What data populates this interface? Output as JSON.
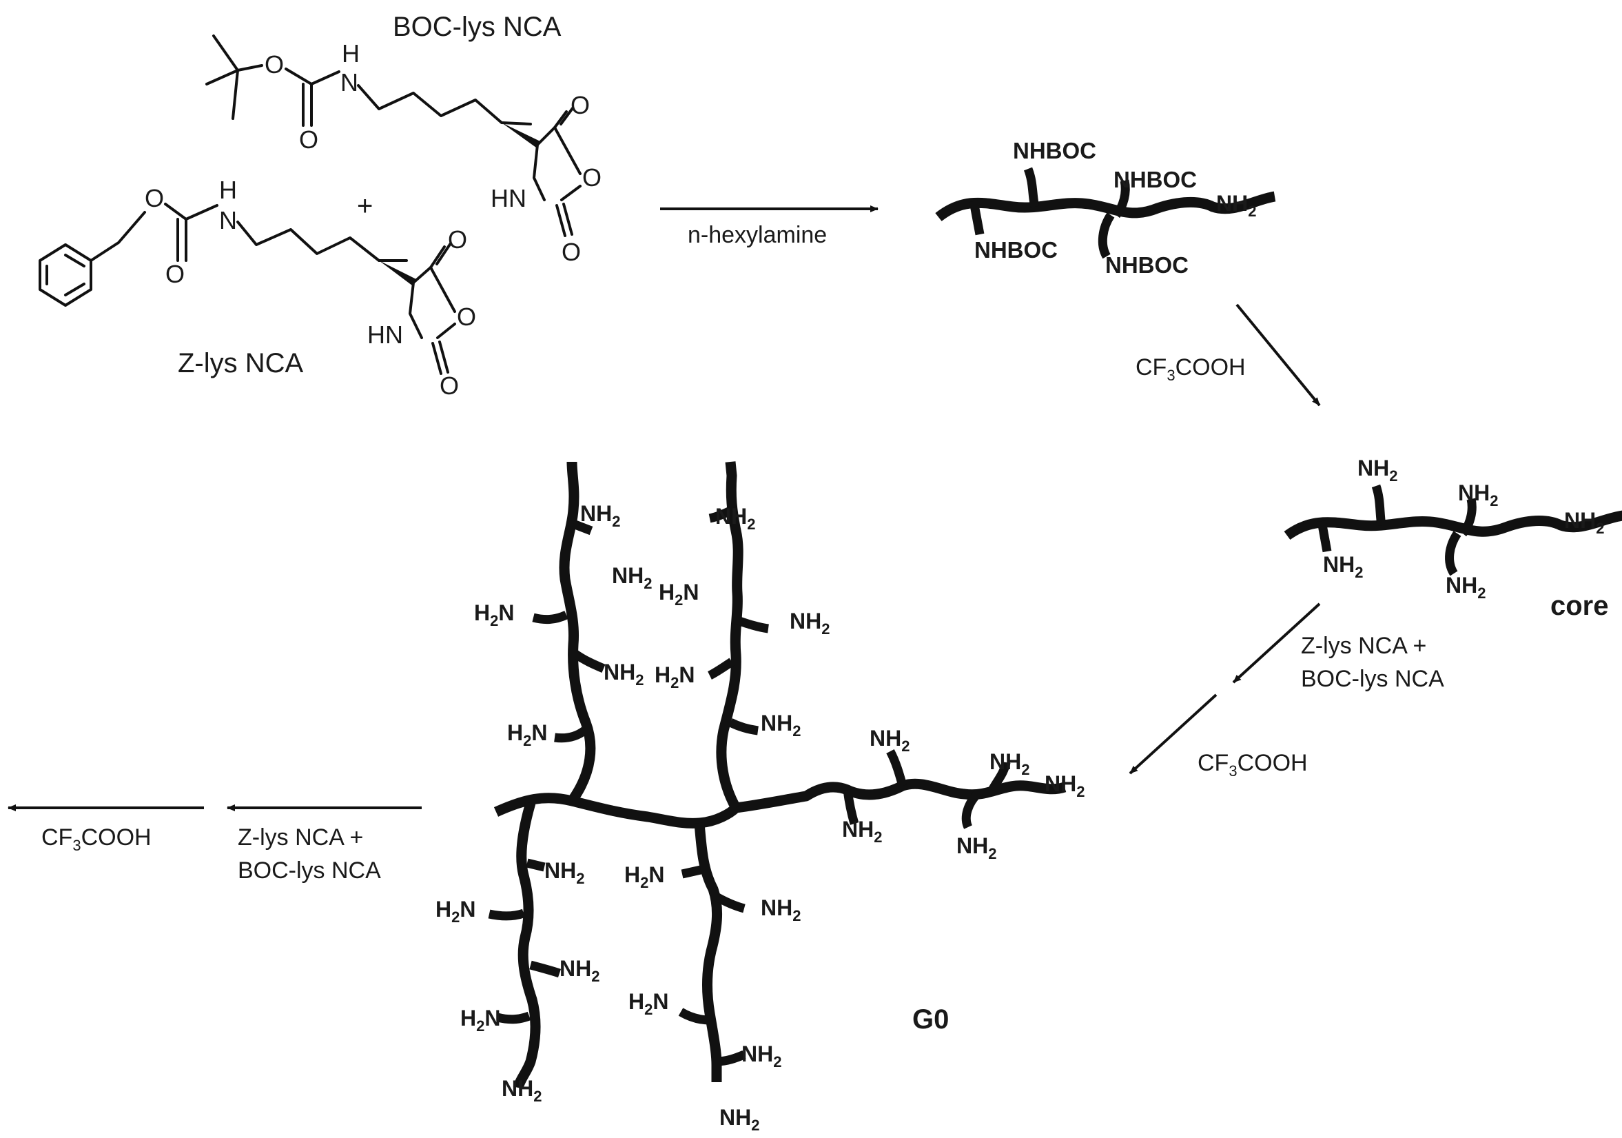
{
  "monomers": {
    "boc_lys_nca_label": "BOC-lys NCA",
    "z_lys_nca_label": "Z-lys NCA",
    "plus": "+",
    "atoms": {
      "O": "O",
      "NH": "NH",
      "H": "H",
      "N": "N",
      "HN": "HN"
    }
  },
  "reagents": {
    "initiator": "n-hexylamine",
    "deprotect_1": "CF3COOH",
    "coupling_1_line1": "Z-lys NCA +",
    "coupling_1_line2": "BOC-lys NCA",
    "deprotect_2": "CF3COOH",
    "coupling_2_line1": "Z-lys NCA +",
    "coupling_2_line2": "BOC-lys NCA",
    "deprotect_3": "CF3COOH"
  },
  "polymer": {
    "boc_group": "NHBOC",
    "amine_group": "NH2",
    "core_label": "core",
    "g0_label": "G0"
  }
}
